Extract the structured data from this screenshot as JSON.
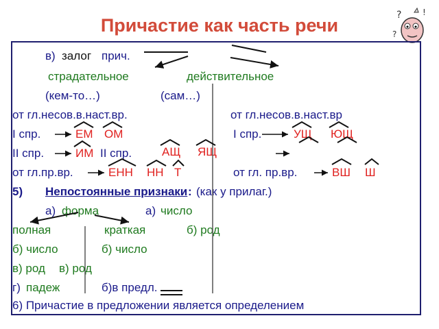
{
  "title": "Причастие как часть речи",
  "lines": {
    "l1a": "в)",
    "l1b": "залог",
    "l1c": "прич.",
    "l2a": "страдательное",
    "l2b": "действительное",
    "l3a": "(кем-то…)",
    "l3b": "(сам…)",
    "l4a": "от гл.несов.в.наст.вр.",
    "l4b": "от гл.несов.в.наст.вр",
    "l5a": "I спр.",
    "l5b": "ЕМ",
    "l5c": "ОМ",
    "l5d": "I спр.",
    "l5e": "УЩ",
    "l5f": "ЮЩ",
    "l6a": "II спр.",
    "l6b": "ИМ",
    "l6c": "II спр.",
    "l6d": "АЩ",
    "l6e": "ЯЩ",
    "l7a": "от гл.пр.вр.",
    "l7b": "ЕНН",
    "l7c": "НН",
    "l7d": "Т",
    "l7e": "от гл. пр.вр.",
    "l7f": "ВШ",
    "l7g": "Ш",
    "l8a": "5)",
    "l8b": "Непостоянные признаки",
    "l8c": ":",
    "l8d": "(как у прилаг.)",
    "l9a": "а)",
    "l9b": "форма",
    "l9c": "а)",
    "l9d": "число",
    "l10a": "полная",
    "l10b": "краткая",
    "l10c": "б) род",
    "l11a": "б) число",
    "l11b": "б) число",
    "l12a": "в) род",
    "l12b": "в) род",
    "l13a": "г)",
    "l13b": "падеж",
    "l13c": "б)в предл.",
    "l14": "6) Причастие в предложении является определением"
  },
  "colors": {
    "title": "#d24b3a",
    "text": "#1a1a8a",
    "suffix": "#e0211f",
    "label": "#1f7a1f",
    "border": "#1e1e6e"
  },
  "icons": {
    "mascot": "cartoon-character-icon"
  }
}
